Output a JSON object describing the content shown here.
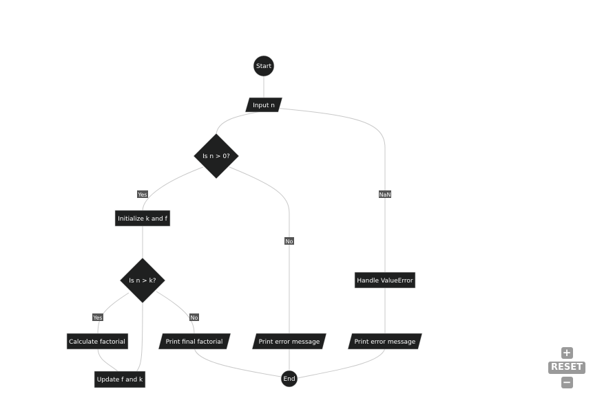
{
  "nodes": {
    "start": "Start",
    "input_n": "Input n",
    "check_positive": "Is n > 0?",
    "init_kf": "Initialize k and f",
    "check_k": "Is n > k?",
    "calc_factorial": "Calculate factorial",
    "update_fk": "Update f and k",
    "print_final": "Print final factorial",
    "print_error_1": "Print error message",
    "handle_value_error": "Handle ValueError",
    "print_error_2": "Print error message",
    "end": "End"
  },
  "edge_labels": {
    "yes_1": "Yes",
    "no_1": "No",
    "nan": "NaN",
    "yes_2": "Yes",
    "no_2": "No"
  },
  "controls": {
    "zoom_in": "+",
    "reset": "RESET",
    "zoom_out": "−"
  },
  "colors": {
    "node_fill": "#1f2020",
    "node_stroke": "#cccccc",
    "edge": "#c8c8c8",
    "label_bg": "#555555",
    "control_bg": "#9a9a9a"
  }
}
